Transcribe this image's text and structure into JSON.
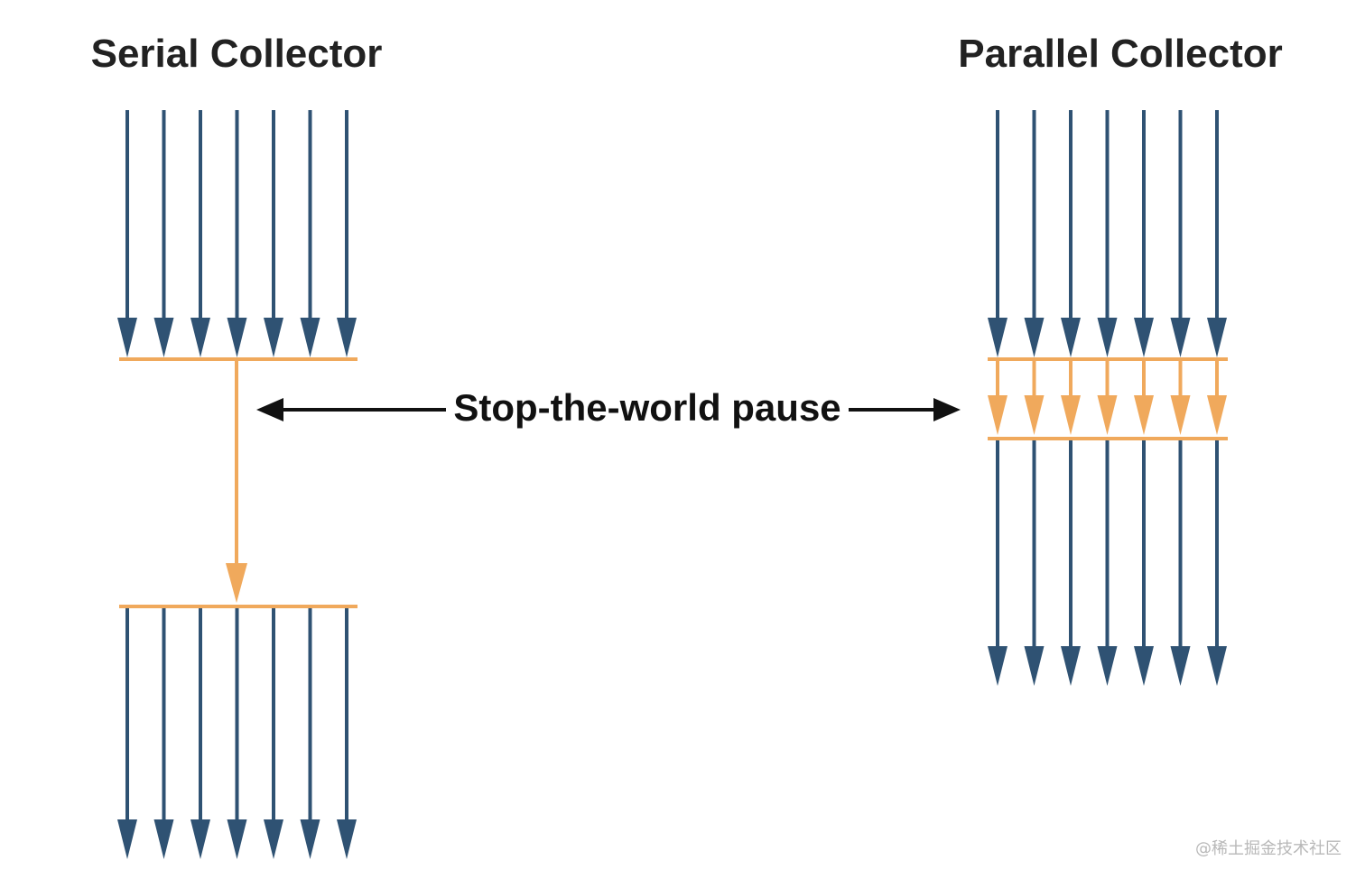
{
  "diagram": {
    "serial": {
      "title": "Serial Collector",
      "thread_count": 7,
      "collector_thread_count": 1
    },
    "parallel": {
      "title": "Parallel Collector",
      "thread_count": 7,
      "collector_thread_count": 7
    },
    "pause_label": "Stop-the-world pause",
    "colors": {
      "application_thread": "#2f5273",
      "gc_thread": "#f0a95c",
      "pause_arrow": "#111111",
      "title_text": "#222222"
    }
  },
  "watermark": "@稀土掘金技术社区"
}
